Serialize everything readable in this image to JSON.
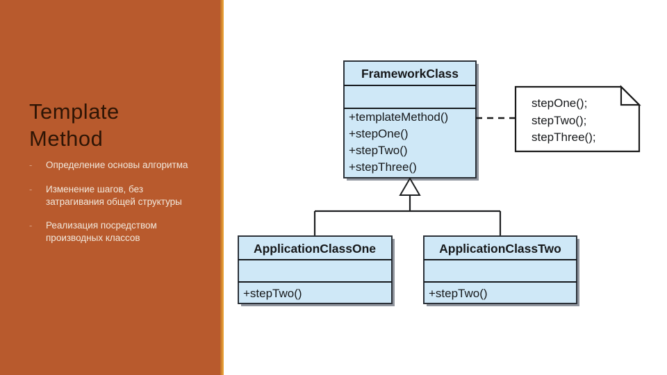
{
  "slide": {
    "title": "Template Method",
    "bullets": [
      "Определение основы алгоритма",
      "Изменение шагов, без затрагивания общей структуры",
      "Реализация посредством производных классов"
    ]
  },
  "diagram": {
    "framework_class": {
      "name": "FrameworkClass",
      "methods": [
        "+templateMethod()",
        "+stepOne()",
        "+stepTwo()",
        "+stepThree()"
      ]
    },
    "note": {
      "lines": [
        "stepOne();",
        "stepTwo();",
        "stepThree();"
      ]
    },
    "subclasses": [
      {
        "name": "ApplicationClassOne",
        "methods": [
          "+stepTwo()"
        ]
      },
      {
        "name": "ApplicationClassTwo",
        "methods": [
          "+stepTwo()"
        ]
      }
    ]
  },
  "colors": {
    "sidebar_bg": "#b85a2d",
    "accent_stripe_start": "#c06c25",
    "accent_stripe_end": "#f0ad3e",
    "title_color": "#2e1505",
    "bullet_text": "#f2e9dd",
    "class_fill": "#cfe8f7",
    "box_border": "#2b3138",
    "divider": "#14181c",
    "shadow": "#90959e",
    "note_border": "#1a1a1a",
    "canvas_bg": "#ffffff"
  }
}
